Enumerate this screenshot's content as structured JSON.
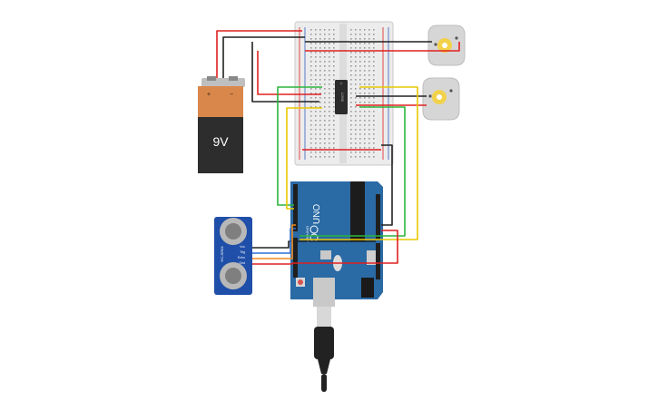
{
  "battery": {
    "label": "9V",
    "plus": "+",
    "minus": "−"
  },
  "arduino": {
    "model": "UNO",
    "brand": "ARDUINO"
  },
  "sensor": {
    "pins": [
      "Vcc",
      "Trig",
      "Echo",
      "Gnd"
    ],
    "model": "HC-SR04"
  },
  "driver_chip": {
    "label": "L293D"
  },
  "colors": {
    "wire_red": "#e02020",
    "wire_black": "#222222",
    "wire_green": "#2bb53c",
    "wire_yellow": "#e8c800",
    "wire_blue": "#2a6fd6",
    "wire_orange": "#f08a1c",
    "arduino_blue": "#2a6aa5",
    "sensor_blue": "#1f4fa8",
    "battery_orange": "#d9874a",
    "battery_dark": "#2d2d2d"
  }
}
